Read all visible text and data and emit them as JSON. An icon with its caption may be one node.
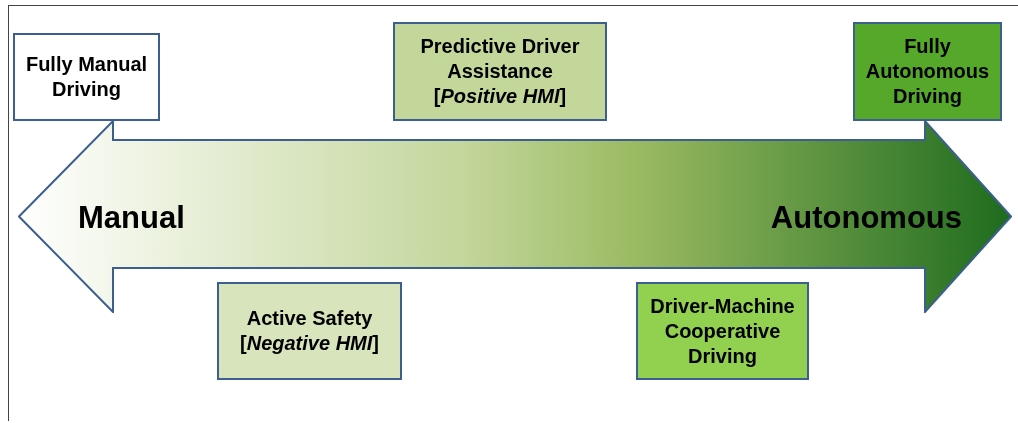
{
  "diagram": {
    "nodes": [
      {
        "text": [
          "Fully Manual Driving"
        ]
      },
      {
        "text": [
          "Predictive Driver Assistance [*Positive HMI*]"
        ]
      },
      {
        "text": [
          "Fully Autonomous Driving"
        ]
      },
      {
        "text": [
          "Manual",
          "Autonomous"
        ]
      },
      {
        "text": [
          "Active Safety [*Negative HMI*]"
        ]
      },
      {
        "text": [
          "Driver-Machine Cooperative Driving"
        ]
      }
    ]
  }
}
